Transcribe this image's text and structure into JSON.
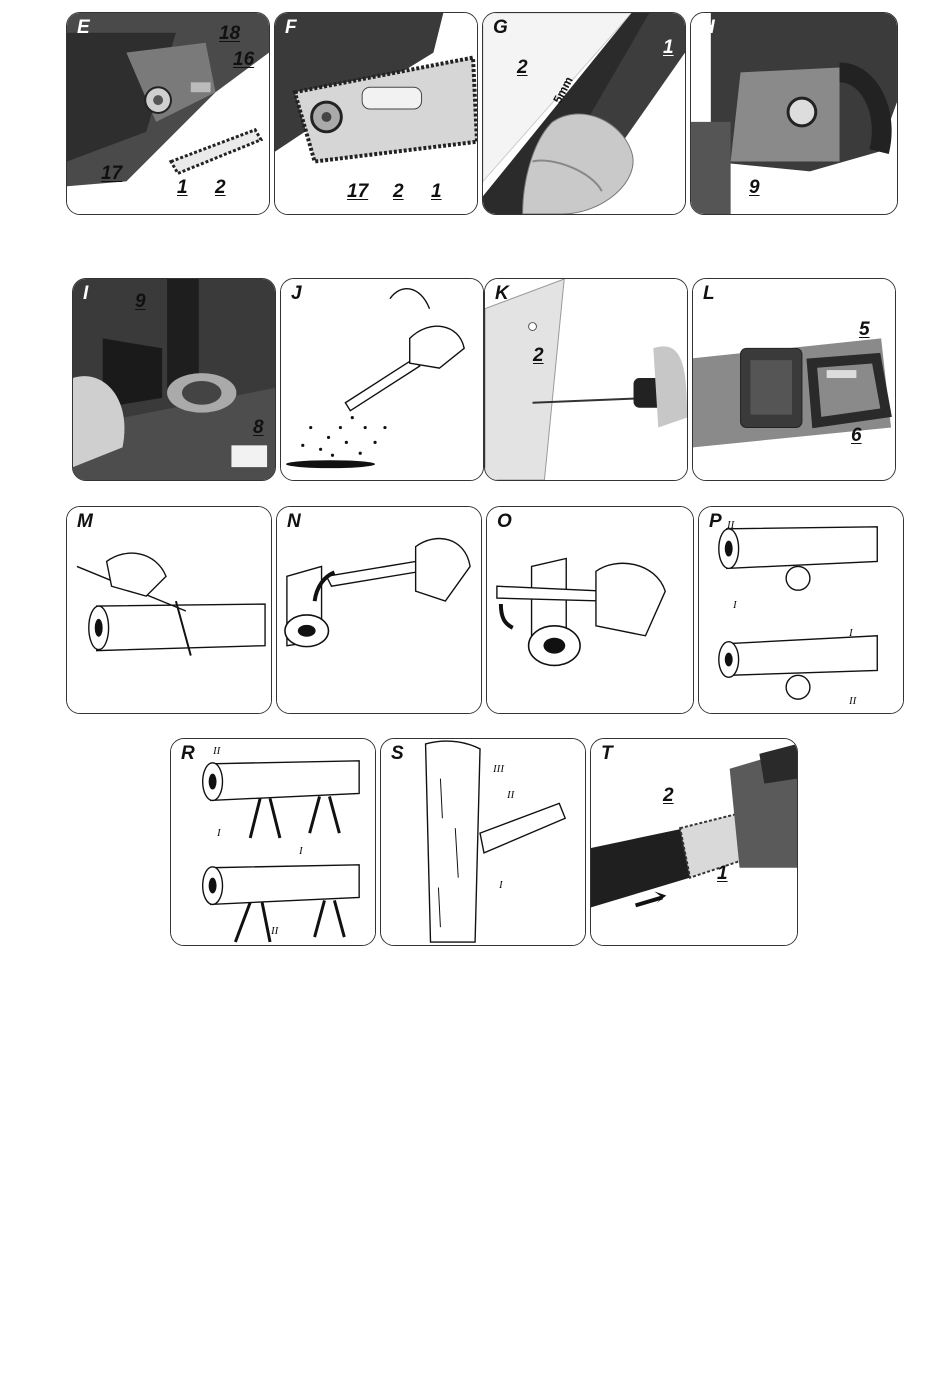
{
  "panels": {
    "E": {
      "letter": "E",
      "callouts": [
        "18",
        "16",
        "17",
        "1",
        "2"
      ]
    },
    "F": {
      "letter": "F",
      "callouts": [
        "17",
        "2",
        "1"
      ]
    },
    "G": {
      "letter": "G",
      "callouts": [
        "2",
        "1"
      ],
      "dimension": "5mm"
    },
    "H": {
      "letter": "H",
      "callouts": [
        "9"
      ]
    },
    "I": {
      "letter": "I",
      "callouts": [
        "9",
        "8"
      ]
    },
    "J": {
      "letter": "J"
    },
    "K": {
      "letter": "K",
      "callouts": [
        "2"
      ]
    },
    "L": {
      "letter": "L",
      "callouts": [
        "5",
        "6"
      ]
    },
    "M": {
      "letter": "M"
    },
    "N": {
      "letter": "N"
    },
    "O": {
      "letter": "O"
    },
    "P": {
      "letter": "P",
      "marks": [
        "II",
        "I",
        "I",
        "II"
      ]
    },
    "R": {
      "letter": "R",
      "marks": [
        "II",
        "I",
        "I",
        "II"
      ]
    },
    "S": {
      "letter": "S",
      "marks": [
        "III",
        "II",
        "I"
      ]
    },
    "T": {
      "letter": "T",
      "callouts": [
        "2",
        "1"
      ]
    }
  }
}
